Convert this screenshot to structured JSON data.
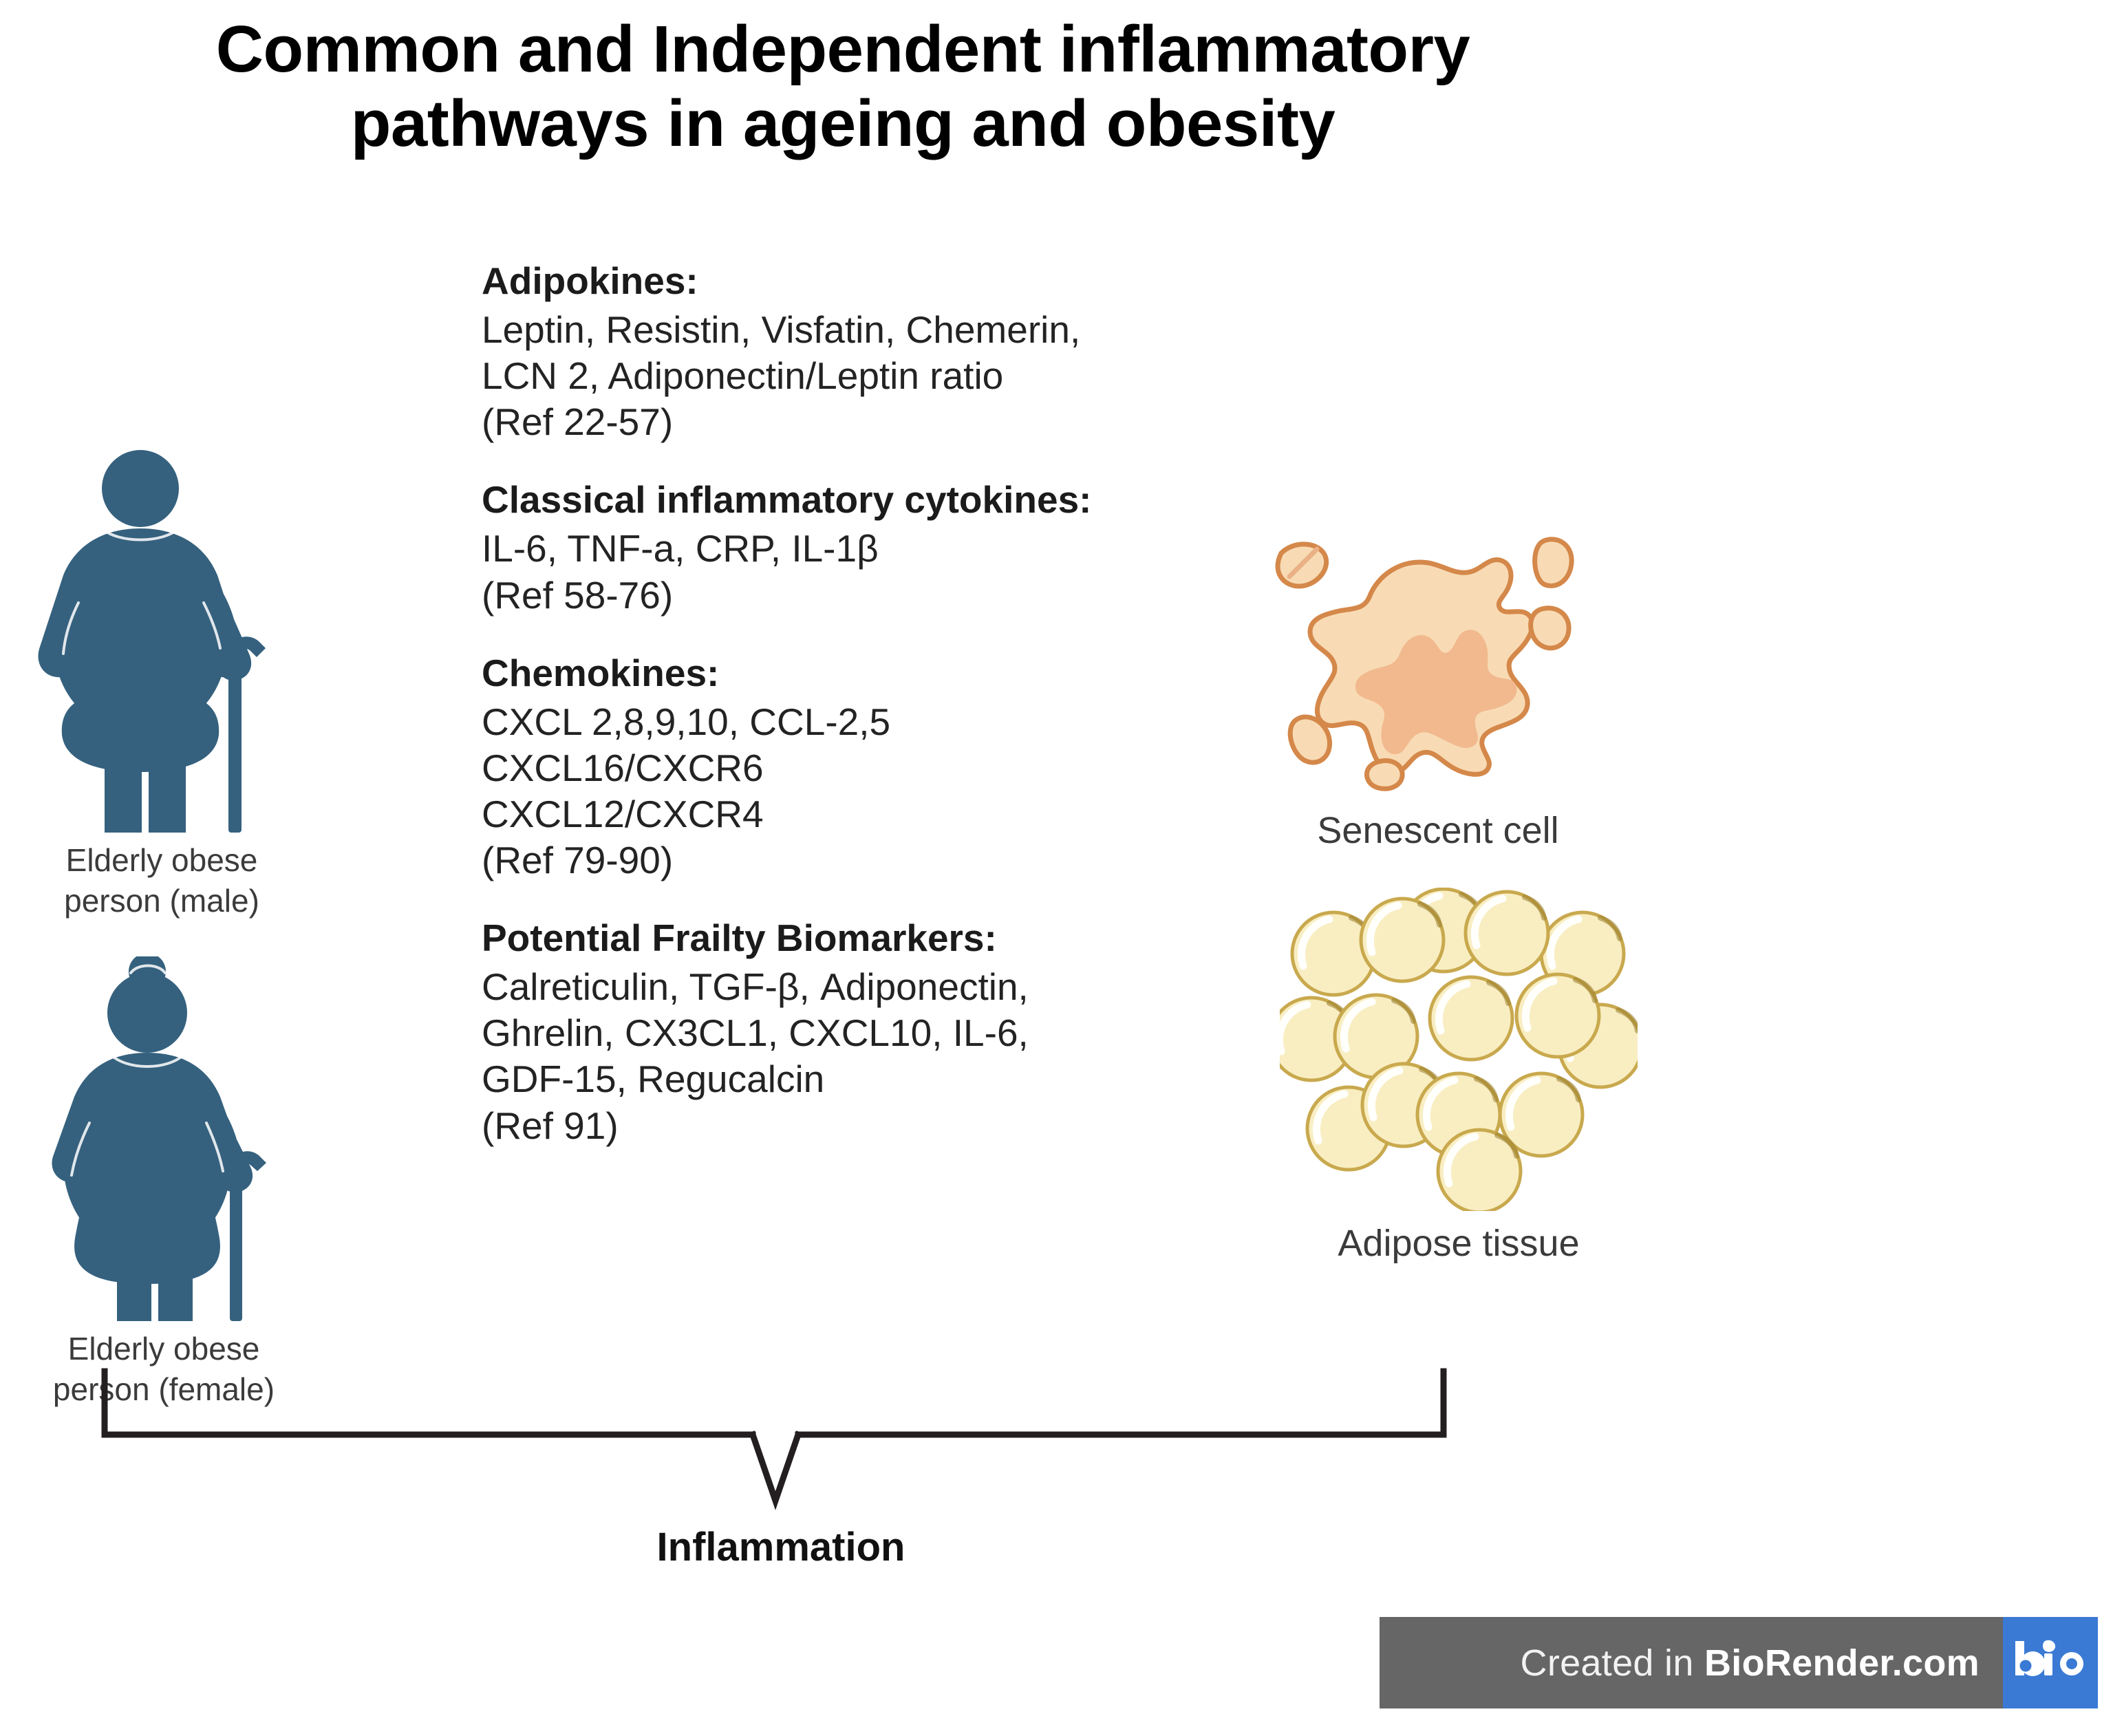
{
  "title": {
    "line1": "Common and Independent inflammatory",
    "line2": "pathways in ageing and obesity"
  },
  "pathway_blocks": [
    {
      "heading": "Adipokines:",
      "lines": [
        "Leptin, Resistin, Visfatin, Chemerin,",
        "LCN 2, Adiponectin/Leptin ratio",
        "(Ref 22-57)"
      ]
    },
    {
      "heading": "Classical inflammatory cytokines:",
      "lines": [
        "IL-6, TNF-a, CRP, IL-1β",
        "(Ref 58-76)"
      ]
    },
    {
      "heading": "Chemokines:",
      "lines": [
        "CXCL 2,8,9,10, CCL-2,5",
        "CXCL16/CXCR6",
        "CXCL12/CXCR4",
        "(Ref 79-90)"
      ]
    },
    {
      "heading": "Potential Frailty Biomarkers:",
      "lines": [
        "Calreticulin, TGF-β, Adiponectin,",
        "Ghrelin, CX3CL1, CXCL10, IL-6,",
        "GDF-15, Regucalcin",
        "(Ref 91)"
      ]
    }
  ],
  "figures": {
    "person_male": {
      "icon": "elderly-obese-male-with-cane-icon",
      "caption_line1": "Elderly obese",
      "caption_line2": "person (male)"
    },
    "person_female": {
      "icon": "elderly-obese-female-with-cane-icon",
      "caption_line1": "Elderly obese",
      "caption_line2": "person (female)"
    },
    "senescent_cell": {
      "icon": "senescent-cell-icon",
      "caption": "Senescent cell"
    },
    "adipose_tissue": {
      "icon": "adipose-tissue-icon",
      "caption": "Adipose tissue"
    }
  },
  "outcome": {
    "label": "Inflammation"
  },
  "footer": {
    "prefix": "Created in ",
    "brand": "BioRender.com",
    "logo_text": "bio"
  },
  "colors": {
    "person_silhouette": "#35617e",
    "senescent_cytoplasm": "#f8dbb4",
    "senescent_outline": "#d4884a",
    "senescent_nucleus": "#f2b98e",
    "adipocyte_fill": "#f9eec2",
    "adipocyte_outline": "#c9a94e",
    "bracket_stroke": "#231f20",
    "footer_bar": "#666666",
    "footer_logo_tile": "#3a7ad4",
    "title_text": "#000000"
  }
}
